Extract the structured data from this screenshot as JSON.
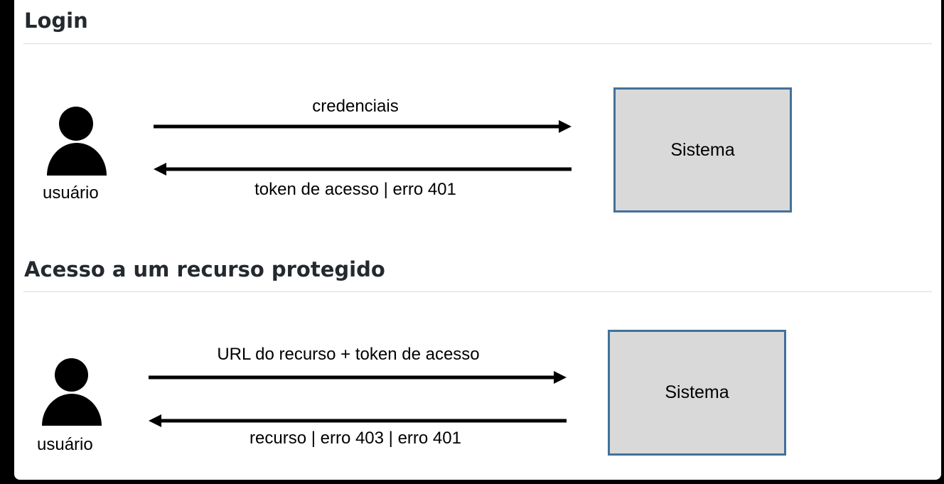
{
  "sections": [
    {
      "title": "Login",
      "user_label": "usuário",
      "request_label": "credenciais",
      "response_label": "token de acesso | erro 401",
      "system_label": "Sistema"
    },
    {
      "title": "Acesso a um recurso protegido",
      "user_label": "usuário",
      "request_label": "URL do recurso + token de acesso",
      "response_label": "recurso | erro 403 | erro 401",
      "system_label": "Sistema"
    }
  ],
  "colors": {
    "heading": "#24292f",
    "system_fill": "#d9d9d9",
    "system_border": "#41719c",
    "arrow": "#000000"
  }
}
